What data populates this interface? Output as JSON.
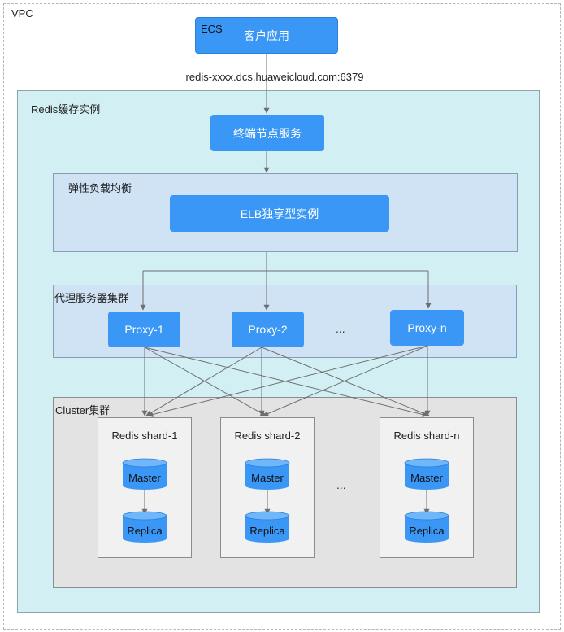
{
  "vpc": {
    "label": "VPC"
  },
  "ecs": {
    "tag": "ECS",
    "app_label": "客户应用"
  },
  "endpoint": {
    "address": "redis-xxxx.dcs.huaweicloud.com:6379"
  },
  "redis_instance": {
    "label": "Redis缓存实例"
  },
  "terminal": {
    "label": "终端节点服务"
  },
  "elb": {
    "panel_label": "弹性负载均衡",
    "label": "ELB独享型实例"
  },
  "proxy_cluster": {
    "label": "代理服务器集群",
    "proxies": [
      {
        "label": "Proxy-1"
      },
      {
        "label": "Proxy-2"
      },
      {
        "label": "Proxy-n"
      }
    ],
    "ellipsis": "..."
  },
  "cluster": {
    "label": "Cluster集群",
    "ellipsis": "...",
    "shards": [
      {
        "title": "Redis shard-1",
        "master": "Master",
        "replica": "Replica"
      },
      {
        "title": "Redis shard-2",
        "master": "Master",
        "replica": "Replica"
      },
      {
        "title": "Redis shard-n",
        "master": "Master",
        "replica": "Replica"
      }
    ]
  },
  "colors": {
    "node_blue": "#3a97f5",
    "instance_bg": "#d2f0f4",
    "panel_blue": "#cfe3f5",
    "cluster_grey": "#e3e3e3",
    "line": "#6e6e6e"
  }
}
